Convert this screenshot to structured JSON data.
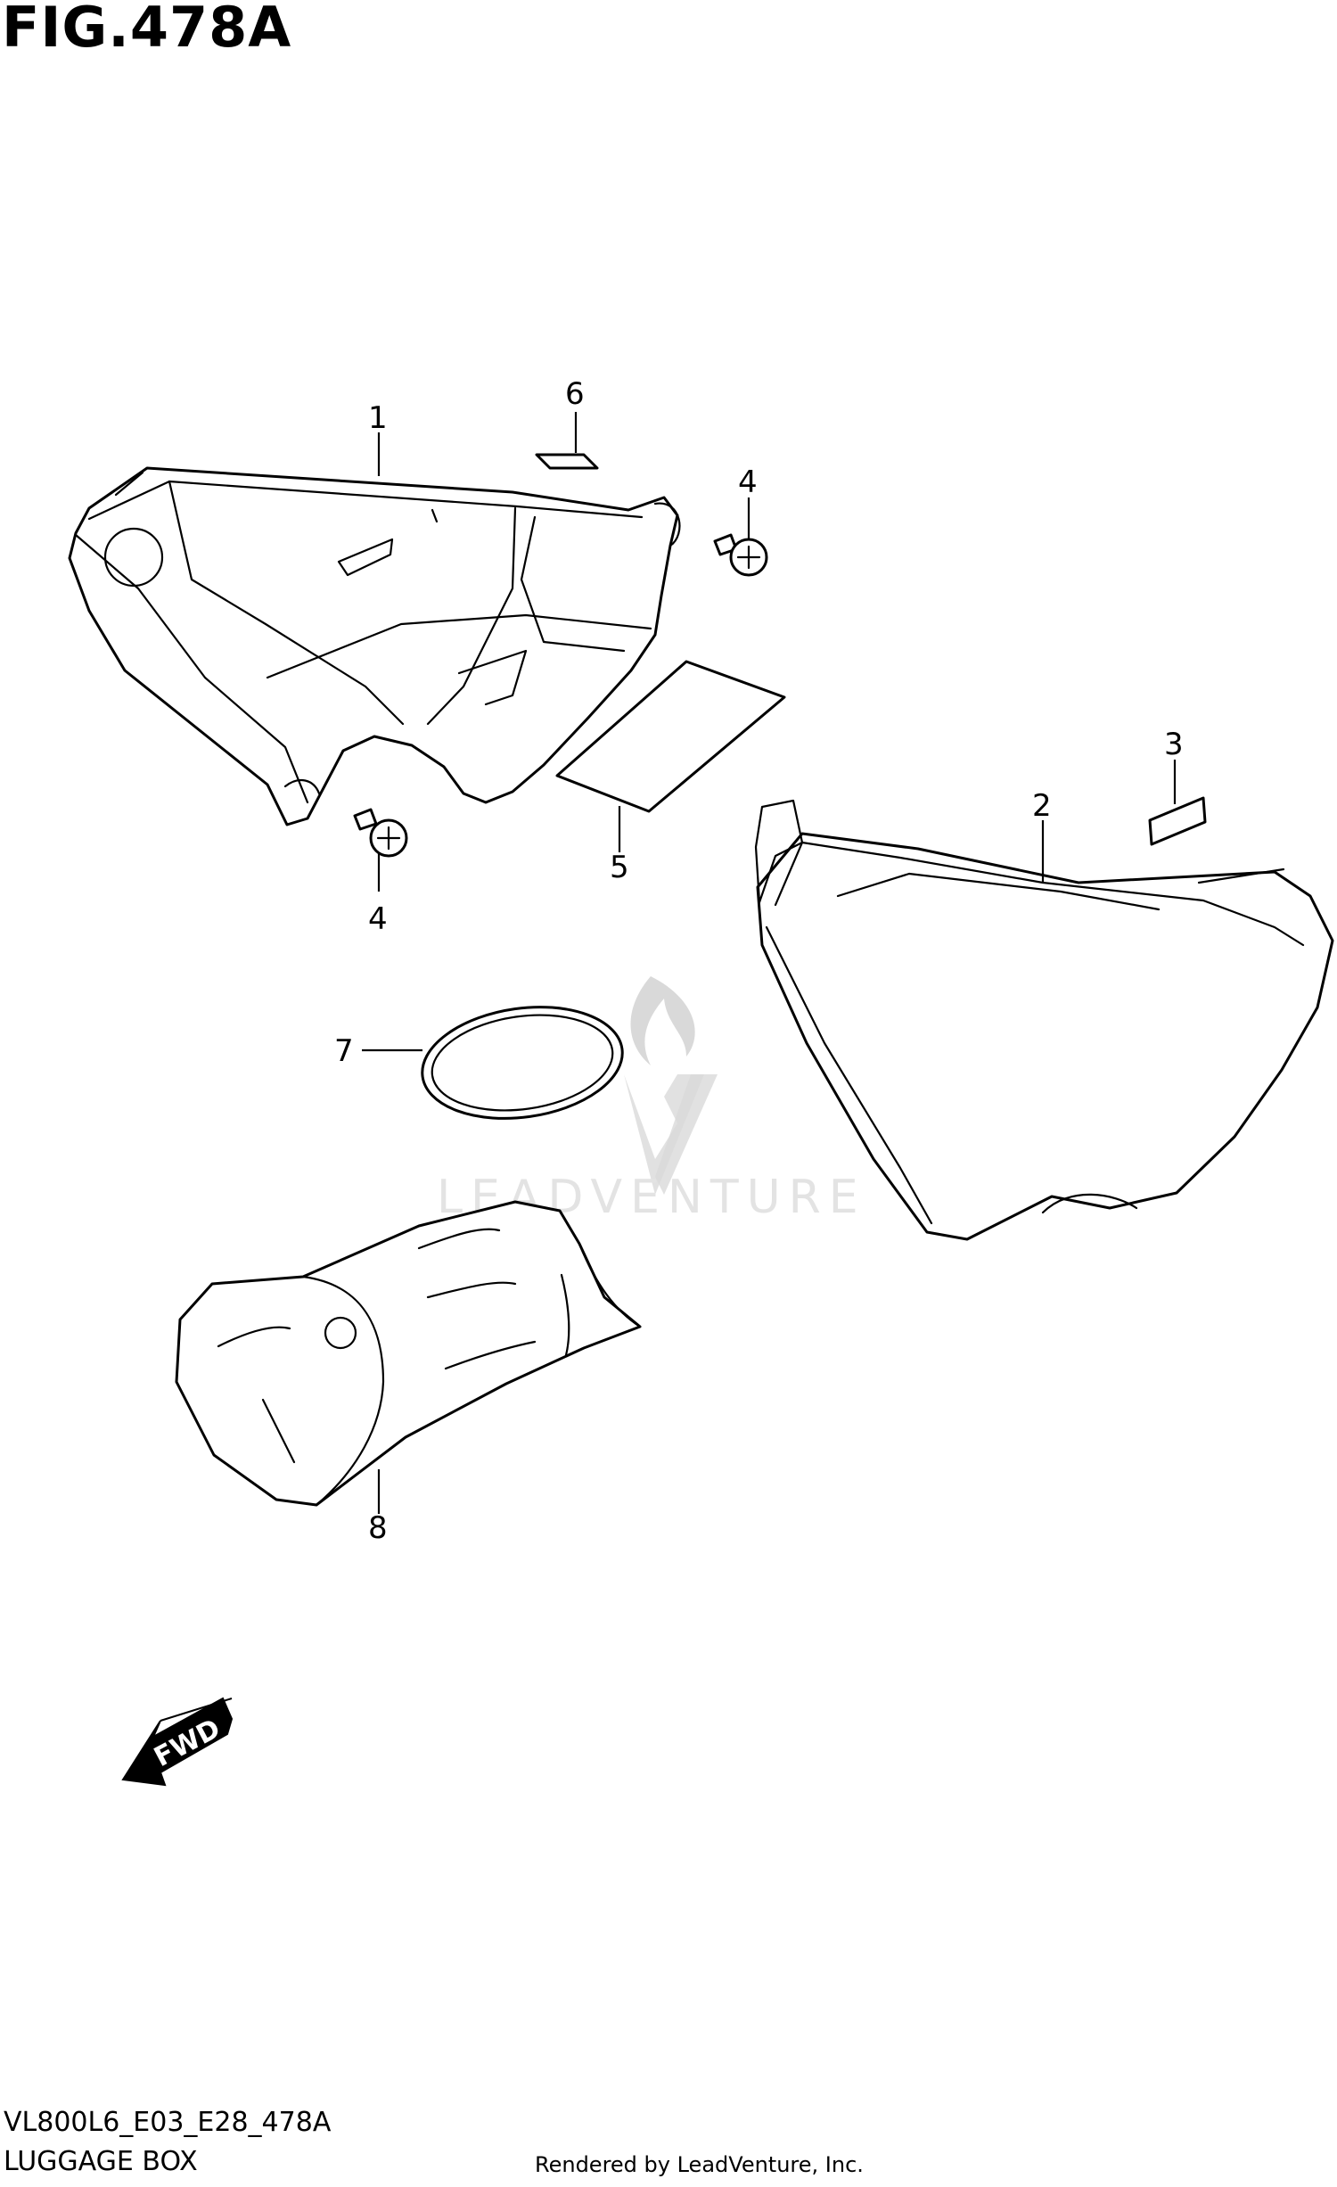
{
  "figure": {
    "title": "FIG.478A",
    "code": "VL800L6_E03_E28_478A",
    "name": "LUGGAGE BOX",
    "credit": "Rendered by LeadVenture, Inc."
  },
  "watermark": {
    "text": "LEADVENTURE"
  },
  "fwd_arrow": {
    "label": "FWD"
  },
  "callouts": [
    "1",
    "2",
    "3",
    "4",
    "4",
    "5",
    "6",
    "7",
    "8"
  ]
}
